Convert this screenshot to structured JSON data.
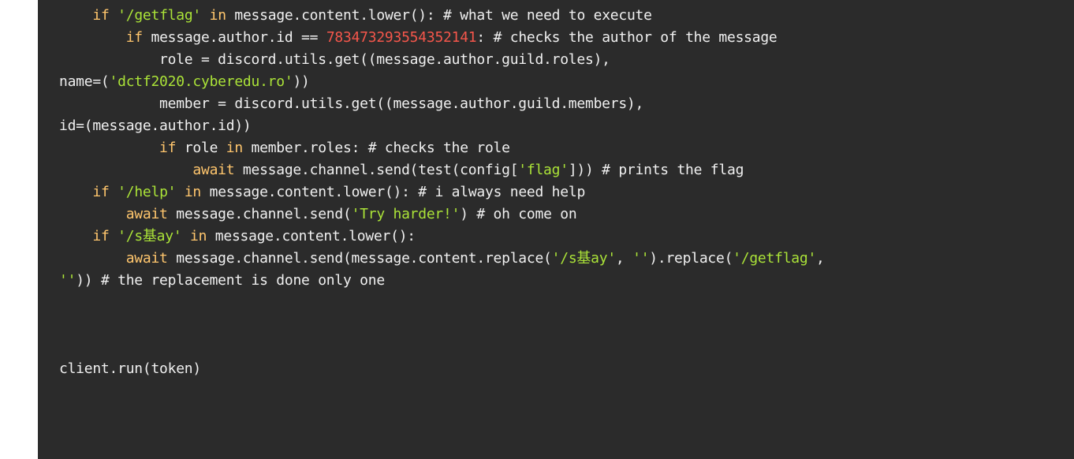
{
  "code": {
    "lines": [
      [
        {
          "t": "    ",
          "c": "plain"
        },
        {
          "t": "if",
          "c": "kw"
        },
        {
          "t": " ",
          "c": "plain"
        },
        {
          "t": "'/getflag'",
          "c": "str"
        },
        {
          "t": " ",
          "c": "plain"
        },
        {
          "t": "in",
          "c": "kw"
        },
        {
          "t": " message.content.lower(): # what we need to execute",
          "c": "plain"
        }
      ],
      [
        {
          "t": "        ",
          "c": "plain"
        },
        {
          "t": "if",
          "c": "kw"
        },
        {
          "t": " message.author.id == ",
          "c": "plain"
        },
        {
          "t": "783473293554352141",
          "c": "num"
        },
        {
          "t": ": # checks the author of the message",
          "c": "plain"
        }
      ],
      [
        {
          "t": "            role = discord.utils.get((message.author.guild.roles),",
          "c": "plain"
        }
      ],
      [
        {
          "t": "name=(",
          "c": "plain"
        },
        {
          "t": "'dctf2020.cyberedu.ro'",
          "c": "str"
        },
        {
          "t": "))",
          "c": "plain"
        }
      ],
      [
        {
          "t": "            member = discord.utils.get((message.author.guild.members),",
          "c": "plain"
        }
      ],
      [
        {
          "t": "id=(message.author.id))",
          "c": "plain"
        }
      ],
      [
        {
          "t": "            ",
          "c": "plain"
        },
        {
          "t": "if",
          "c": "kw"
        },
        {
          "t": " role ",
          "c": "plain"
        },
        {
          "t": "in",
          "c": "kw"
        },
        {
          "t": " member.roles: # checks the role",
          "c": "plain"
        }
      ],
      [
        {
          "t": "                ",
          "c": "plain"
        },
        {
          "t": "await",
          "c": "kw"
        },
        {
          "t": " message.channel.send(test(config[",
          "c": "plain"
        },
        {
          "t": "'flag'",
          "c": "str"
        },
        {
          "t": "])) # prints the flag",
          "c": "plain"
        }
      ],
      [
        {
          "t": "    ",
          "c": "plain"
        },
        {
          "t": "if",
          "c": "kw"
        },
        {
          "t": " ",
          "c": "plain"
        },
        {
          "t": "'/help'",
          "c": "str"
        },
        {
          "t": " ",
          "c": "plain"
        },
        {
          "t": "in",
          "c": "kw"
        },
        {
          "t": " message.content.lower(): # i always need help",
          "c": "plain"
        }
      ],
      [
        {
          "t": "        ",
          "c": "plain"
        },
        {
          "t": "await",
          "c": "kw"
        },
        {
          "t": " message.channel.send(",
          "c": "plain"
        },
        {
          "t": "'Try harder!'",
          "c": "str"
        },
        {
          "t": ") # oh come on",
          "c": "plain"
        }
      ],
      [
        {
          "t": "    ",
          "c": "plain"
        },
        {
          "t": "if",
          "c": "kw"
        },
        {
          "t": " ",
          "c": "plain"
        },
        {
          "t": "'/s基ay'",
          "c": "str"
        },
        {
          "t": " ",
          "c": "plain"
        },
        {
          "t": "in",
          "c": "kw"
        },
        {
          "t": " message.content.lower():",
          "c": "plain"
        }
      ],
      [
        {
          "t": "        ",
          "c": "plain"
        },
        {
          "t": "await",
          "c": "kw"
        },
        {
          "t": " message.channel.send(message.content.replace(",
          "c": "plain"
        },
        {
          "t": "'/s基ay'",
          "c": "str"
        },
        {
          "t": ", ",
          "c": "plain"
        },
        {
          "t": "''",
          "c": "str"
        },
        {
          "t": ").replace(",
          "c": "plain"
        },
        {
          "t": "'/getflag'",
          "c": "str"
        },
        {
          "t": ",",
          "c": "plain"
        }
      ],
      [
        {
          "t": "''",
          "c": "str"
        },
        {
          "t": ")) # the replacement is done only one",
          "c": "plain"
        }
      ],
      [],
      [],
      [],
      [
        {
          "t": "client.run(token)",
          "c": "plain"
        }
      ]
    ]
  },
  "colors": {
    "background": "#2b2b2b",
    "keyword": "#ffc66d",
    "string": "#abe338",
    "number": "#f4564b",
    "text": "#f0f0f0"
  }
}
